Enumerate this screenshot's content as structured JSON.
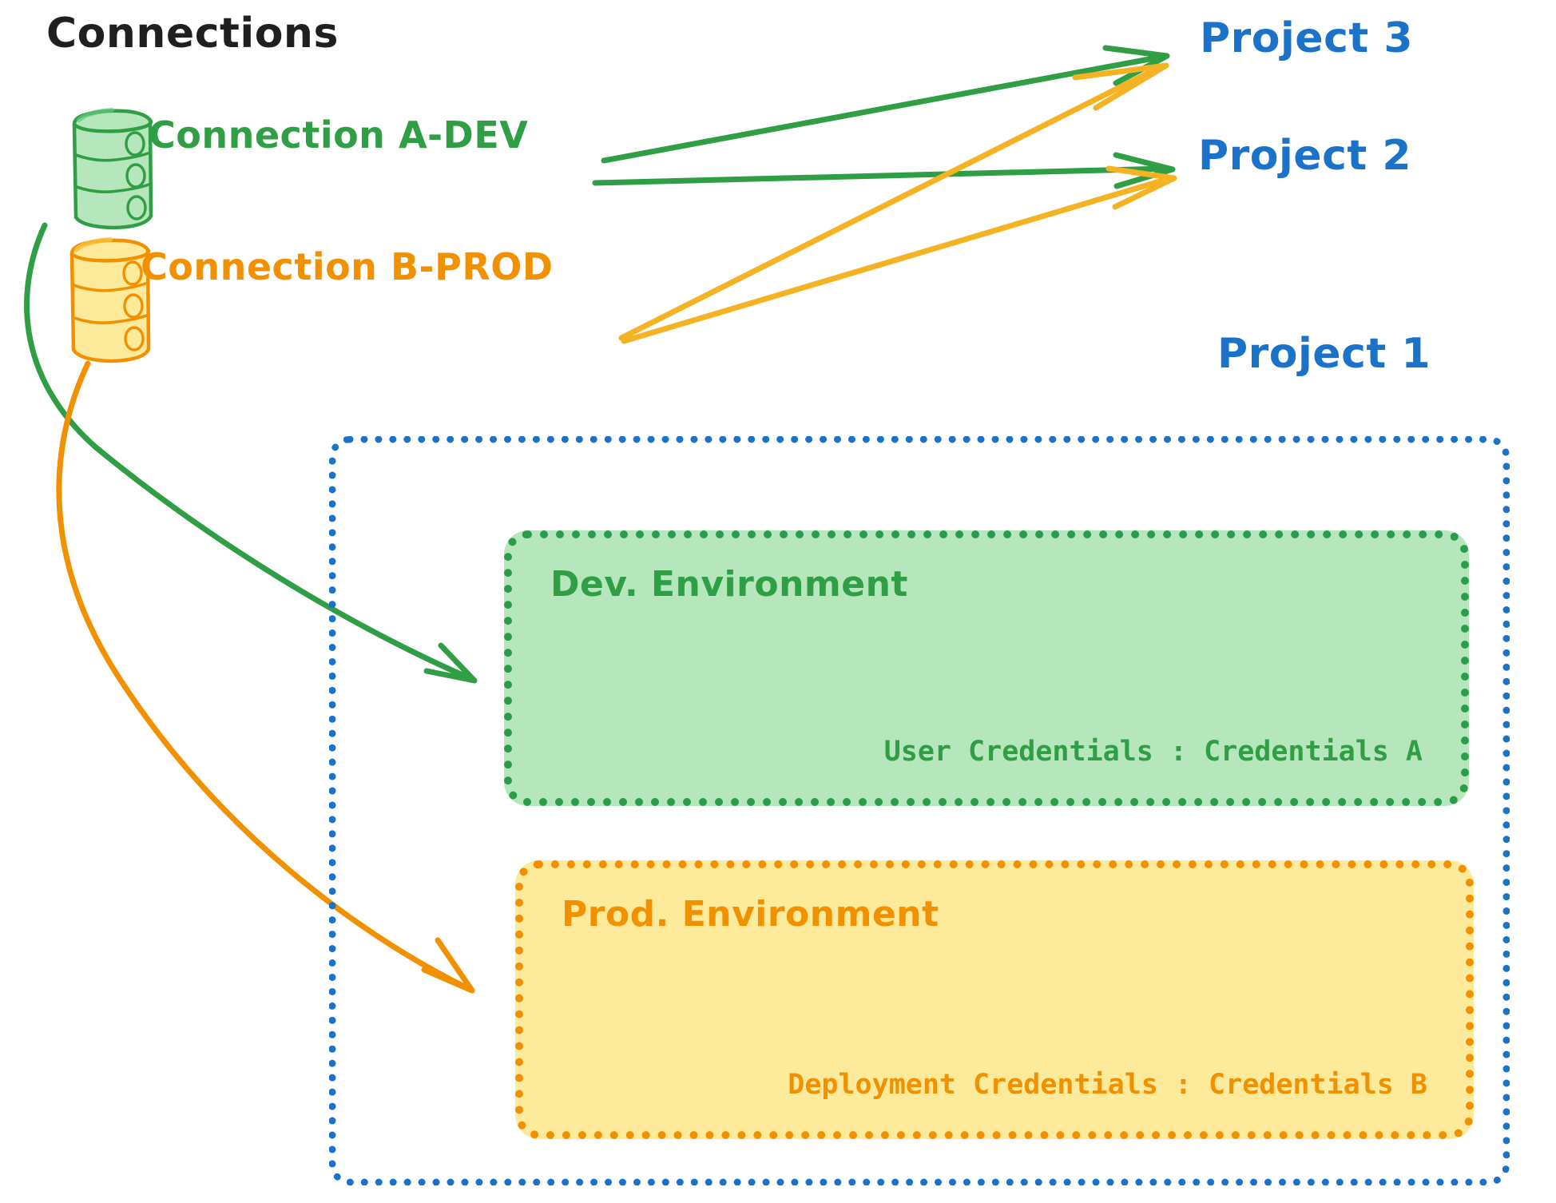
{
  "diagram": {
    "title": "Connections",
    "title_color": "#1f1f1f",
    "background": "#ffffff"
  },
  "connections": [
    {
      "id": "connection-a-dev",
      "label": "Connection A-DEV",
      "color": "#2f9e44",
      "icon": "database-cylinder-icon"
    },
    {
      "id": "connection-b-prod",
      "label": "Connection B-PROD",
      "color": "#f29100",
      "icon": "database-cylinder-icon"
    }
  ],
  "projects": [
    {
      "id": "project-3",
      "label": "Project 3",
      "color": "#1a73c8"
    },
    {
      "id": "project-2",
      "label": "Project 2",
      "color": "#1a73c8"
    },
    {
      "id": "project-1",
      "label": "Project 1",
      "color": "#1a73c8"
    }
  ],
  "project1_container": {
    "border_color": "#1a73c8",
    "border_style": "dotted",
    "environments": [
      {
        "id": "dev-environment",
        "title": "Dev. Environment",
        "credentials_label": "User Credentials : Credentials A",
        "fill": "#b6e7bc",
        "border_color": "#2a9d4a"
      },
      {
        "id": "prod-environment",
        "title": "Prod. Environment",
        "credentials_label": "Deployment Credentials : Credentials B",
        "fill": "#fdeb9b",
        "border_color": "#f29100"
      }
    ]
  },
  "arrows": [
    {
      "from": "connection-a-dev",
      "to": "project-3",
      "color": "#2f9e44"
    },
    {
      "from": "connection-a-dev",
      "to": "project-2",
      "color": "#2f9e44"
    },
    {
      "from": "connection-a-dev",
      "to": "dev-environment",
      "color": "#2f9e44"
    },
    {
      "from": "connection-b-prod",
      "to": "project-3",
      "color": "#f5b324"
    },
    {
      "from": "connection-b-prod",
      "to": "project-2",
      "color": "#f5b324"
    },
    {
      "from": "connection-b-prod",
      "to": "prod-environment",
      "color": "#f29100"
    }
  ]
}
